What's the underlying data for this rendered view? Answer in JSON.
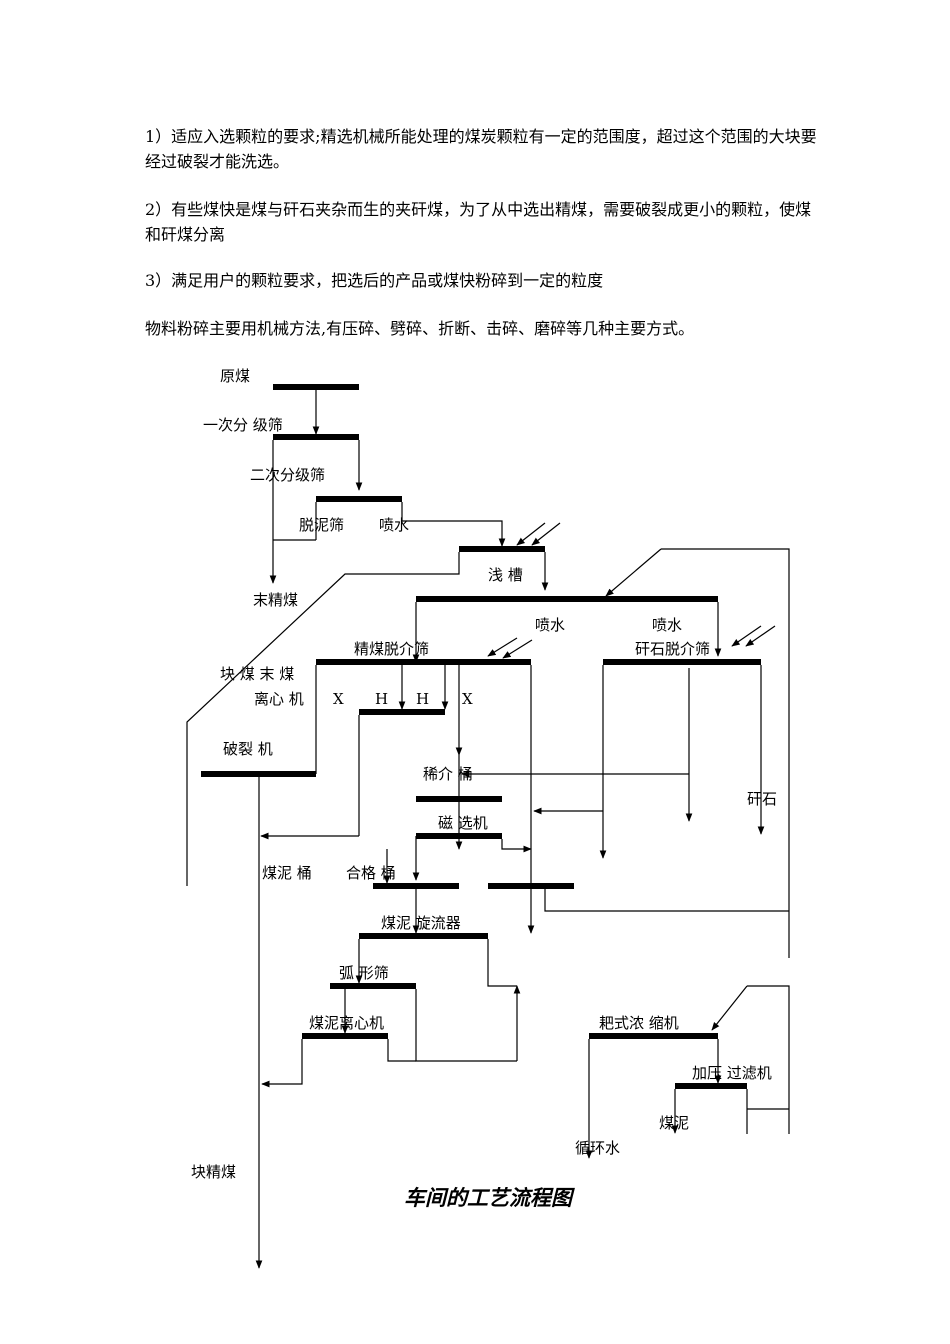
{
  "paragraphs": [
    "1）适应入选颗粒的要求;精选机械所能处理的煤炭颗粒有一定的范围度，超过这个范围的大块要经过破裂才能洗选。",
    "2）有些煤快是煤与矸石夹杂而生的夹矸煤，为了从中选出精煤，需要破裂成更小的颗粒，使煤和矸煤分离",
    "3）满足用户的颗粒要求，把选后的产品或煤快粉碎到一定的粒度",
    "物料粉碎主要用机械方法,有压碎、劈碎、折断、击碎、磨碎等几种主要方式。"
  ],
  "flowchart": {
    "labels": {
      "raw_coal": "原煤",
      "primary_screen": "一次分 级筛",
      "secondary_screen": "二次分级筛",
      "desliming_screen": "脱泥筛",
      "spray_water_1": "喷水",
      "shallow_trough": "浅  槽",
      "fine_clean_coal": "末精煤",
      "spray_water_2": "喷水",
      "spray_water_3": "喷水",
      "clean_coal_demedium": "精煤脱介筛",
      "gangue_demedium": "矸石脱介筛",
      "lump_fine_coal": "块 煤    末 煤",
      "centrifuge": "离心 机",
      "mark_x1": "X",
      "mark_h1": "H",
      "mark_h2": "H",
      "mark_x2": "X",
      "crusher": "破裂 机",
      "dilute_medium_tank": "稀介 桶",
      "gangue": "矸石",
      "magnetic_separator": "磁 选机",
      "slime_tank": "煤泥 桶",
      "qualified_medium_tank": "合格 桶",
      "slime_cyclone": "煤泥 旋流器",
      "arc_screen": "弧 形筛",
      "slime_centrifuge": "煤泥离心机",
      "rake_thickener": "耙式浓 缩机",
      "pressure_filter": "加压 过滤机",
      "slime": "煤泥",
      "circulating_water": "循环水",
      "lump_clean_coal": "块精煤"
    },
    "caption": "车间的工艺流程图"
  }
}
